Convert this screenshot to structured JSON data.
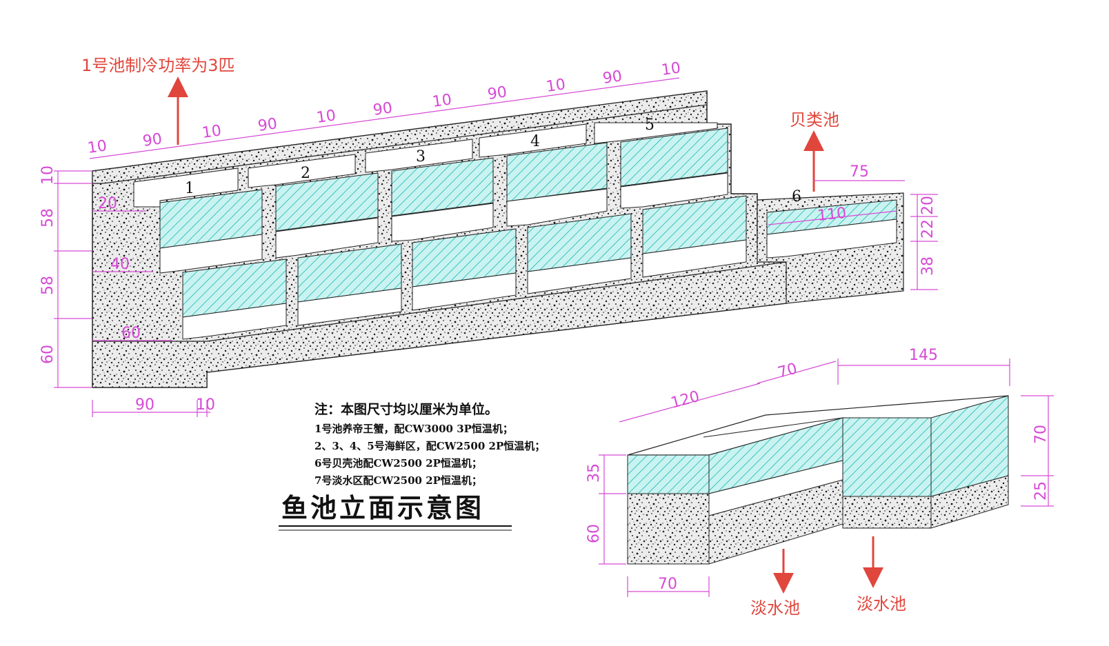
{
  "upper_diagram": {
    "cooling_note": "1号池制冷功率为3匹",
    "shellfish_label": "贝类池",
    "pond_numbers": [
      "1",
      "2",
      "3",
      "4",
      "5",
      "6"
    ],
    "top_dims": [
      "10",
      "90",
      "10",
      "90",
      "10",
      "90",
      "10",
      "90",
      "10",
      "90",
      "10"
    ],
    "left_dims": [
      "10",
      "58",
      "58",
      "60"
    ],
    "bottom_dims": [
      "90",
      "10"
    ],
    "inner_dims": [
      "20",
      "40",
      "60"
    ],
    "pond6_dims": {
      "width": "75",
      "length": "110",
      "right": [
        "20",
        "22",
        "38"
      ]
    }
  },
  "notes": {
    "heading": "注：本图尺寸均以厘米为单位。",
    "lines": [
      "1号池养帝王蟹，配CW3000 3P恒温机；",
      "2、3、4、5号海鲜区，配CW2500 2P恒温机；",
      "6号贝壳池配CW2500 2P恒温机；",
      "7号淡水区配CW2500 2P恒温机；"
    ]
  },
  "diagram_title": "鱼池立面示意图",
  "lower_diagram": {
    "freshwater_labels": [
      "淡水池",
      "淡水池"
    ],
    "dims": {
      "top": [
        "120",
        "70",
        "145"
      ],
      "left": [
        "35",
        "60"
      ],
      "right": [
        "70",
        "25"
      ],
      "bottom": "70"
    }
  },
  "colors": {
    "water": "#bff1ee",
    "hatch": "#19b6b6",
    "dimension": "#d64ad6",
    "annotation": "#e0463c",
    "concrete": "#e8e8e8",
    "outline": "#222222"
  }
}
